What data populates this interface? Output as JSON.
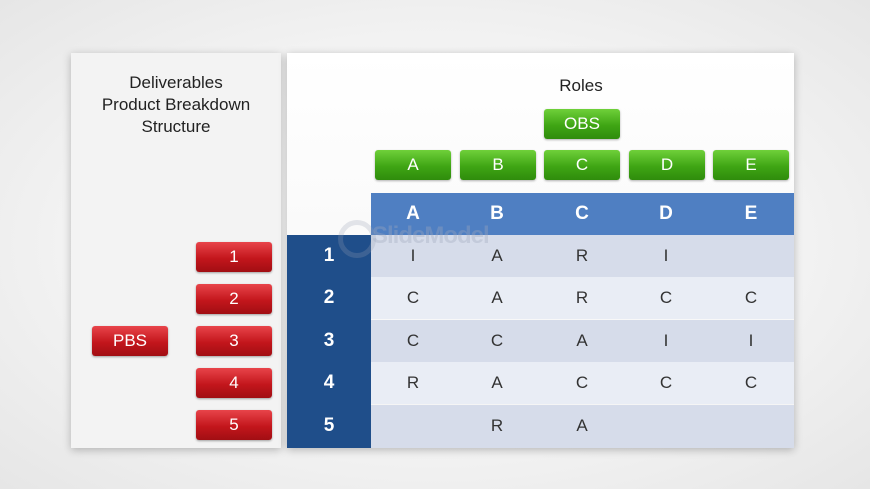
{
  "left_title": [
    "Deliverables",
    "Product Breakdown",
    "Structure"
  ],
  "roles_title": "Roles",
  "obs_label": "OBS",
  "pbs_label": "PBS",
  "role_buttons": [
    "A",
    "B",
    "C",
    "D",
    "E"
  ],
  "pbs_buttons": [
    "1",
    "2",
    "3",
    "4",
    "5"
  ],
  "table": {
    "columns": [
      "A",
      "B",
      "C",
      "D",
      "E"
    ],
    "rows": [
      {
        "label": "1",
        "cells": [
          "I",
          "A",
          "R",
          "I",
          ""
        ]
      },
      {
        "label": "2",
        "cells": [
          "C",
          "A",
          "R",
          "C",
          "C"
        ]
      },
      {
        "label": "3",
        "cells": [
          "C",
          "C",
          "A",
          "I",
          "I"
        ]
      },
      {
        "label": "4",
        "cells": [
          "R",
          "A",
          "C",
          "C",
          "C"
        ]
      },
      {
        "label": "5",
        "cells": [
          "",
          "R",
          "A",
          "",
          ""
        ]
      }
    ]
  },
  "watermark": "SlideModel",
  "colors": {
    "green": "#3fa514",
    "red": "#c3161c",
    "header_blue": "#4f7fc2",
    "dark_blue": "#1f4e8a",
    "row_odd": "#d6dcea",
    "row_even": "#e9edf5"
  }
}
